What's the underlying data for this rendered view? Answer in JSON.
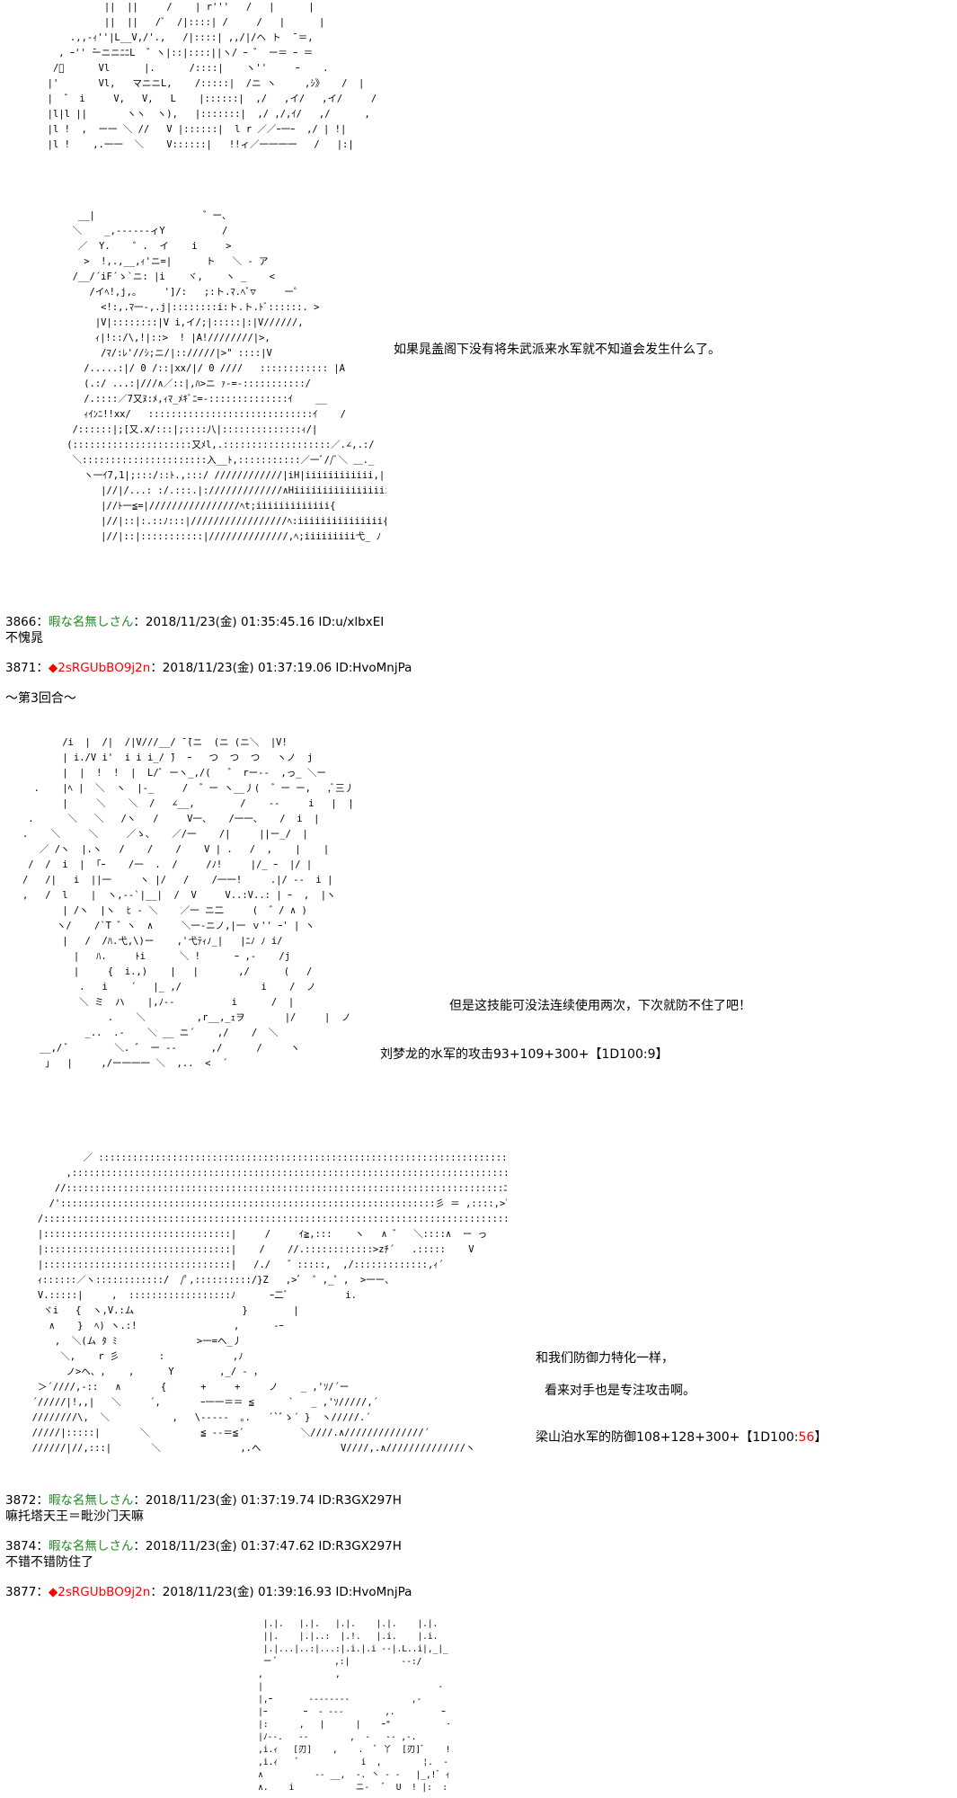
{
  "aa_block_1": "            ||  ||     /    | r'''   /   |      |\n            ||  ||   /ﾞ  /|::::| /     /   |      |\n      .,,-ｨ''|L__V,/'.,   /|::::| ,,/|/ヘ ト  ̄ ＝,\n    , ｰ'' ̄ーニニﾆﾆL  ゛ヽ|::|::::||ヽ/ ｰ ゛ ー＝ ｰ ＝\n   /ﾞ      Vl      |.      /::::|    ヽ''     ｰ    .\n  |'       Vl,   マニニL,    /:::::|  /ニ ヽ     ,ｼ》   /  |\n  |  ゛ i     V,   V,   L    |::::::|  ,/   ,イ/   ,イ/     / /|\n  |l|l ||       ヽヽ  ヽ),   |:::::::|  ,/ ,/,ｲ/   ,/      ,  | !r|\n  |l !  ,  ー一 ＼ //   V |::::::|  l r ／／ｰ一ｰ  ,/ | !|\n  |l !    ,.一一  ＼    V::::::|   !!ィ／一一一一   /   |:|",
  "aa_block_2": "         __|                   ゛ー、\n        ＼    _,-‐‐‐‐‐ィY          /\n         ／  Y.    ゜.  イ    i     >\n          >  !,.,__,ｨ'ニ=|      ト   ＼ ‐ ア\n        /__/´iF´ゝ`ニ: |i    ヾ,    ヽ _    <\n           /イﾍ!,j,。    ']/:   ;:ト.ﾏ.ﾍﾞ▽     ー゜\n             <!:,.ﾏ一-,.j|::::::::i:ト.ト.ﾄﾞ::::::. >\n            |V|::::::::|V i,イ/;|:::::|:|V//////,\n            ｨ|!::/\\,!|::>  ! |A!////////|>,\n             /ﾏ/:ﾚ'//ｼ;ニ/|:://///|>\" ::::|V\n          /.....:|/ 0 /::|xx/|/ 0 ////   :::::::::::: |A\n          (.:/ ...:|///∧／::|,ﾊ>ニ ｧ‐=-:::::::::::/\n          /.::::／7又ﾇ:ﾒ,ｨﾏ_ﾒｷﾞﾆ=-::::::::::::::ｲ    __\n          ｨｲﾝﾆ!!xx/   :::::::::::::::::::::::::::::ｲ    / \n        /::::::|;[又.x/:::|;::::八|::::::::::::::ｨ/|\n       (:::::::::::::::::::::又ﾒl,.:::::::::::::::::::／.∠,.:/\n        ＼::::::::::::::::::::::入__ﾄ,:::::::::::／一ﾞ//ﾞ＼ ＿._\n          ヽ一ｲ7,1|;:::/::ﾄ.,:::/ ////////////|iH|iiiiiiiiiiii,|\n             |//|/...: :/.:::.|://///////////∧Hiiiiiiiiiiiiiiiiiiiiiiiiﾞ\n             |//ﾄ一≦=|////////////////ﾍt;iiiiiiiiiiiii{\n             |//|::|:.::ﾉ:::|/////////////////ﾍ:iiiiiiiiiiiiiii{  又\n             |//|::|:::::::::::|//////////////,ﾍ;iiiiiiiii弋_ ﾉ",
  "aa_block_3": "          /i  |  /|  /|V///__/ ̄ ̄(ニ  (ニ (ニ＼  |V!\n          | i./V i'  i i i_/ ̄)  ｰ   つ  つ  つ   ヽノ  j\n          |  |  !  !  |  L/ﾞ ーヽ_,/(   ゛ rー‐-  ,っ_ ＼ー\n     .    |ﾍ |  ＼  ヽ  |‐_     /  ゛ー ヽ__丿(  ゛ー ー,   ,ﾞ三丿\n          |     ＼    ＼  /   ∠__,        /    ‐‐     i   |  |\n    .      ＼   ＼   /ヽ   /     V一、   /一一、   /  i  |\n   .    ＼     ＼     ／ゝ、   ／/一    /|     ||ー_/  |\n      ／ /ヽ  |.ヽ   /    /    /    V | .   /  ,    |    |\n    /  /  i  |  ｢ｰ    /一  .  /     /ﾉ!     |/_ ｰ  |/ |\n   /   /|   i  ||一     ヽ |/   /    /一一!     .|/ ‐‐  i |\n   ,   /  l    |  ヽ,‐‐`|__|  /  V     V..:V..: | ｰ  ,  |ヽ\n          | /ヽ  |ヽ  ﾋ ‐ ＼    ／一 ニ二     (  ゛/ ∧ )\n         ヽ/    /`T ゛ヽ  ∧     ＼一‐ニノ,|一 ｖ'' ｰ' | ヽ\n          |   /  /ﾊ.弋,\\)ー    ,'弋ﾃｨﾉ_|   |ﾆﾉ ﾉ i/\n            |   ﾊ.     ﾄi      ＼ !      ｰ ,-    /j\n            |     {  i.,)    |   |       ,/      (   /\n             .   i    ´   |_ ,/              i    /  ノ\n             ＼ ミ  ハ    |,ﾉ‐‐          i      /  |\n                  .    ＼         ,r__,_ｪヲ       |/     |  ノ\n              _..  .-    ＼ __ ニ´    ,/    /  ＼\n      __,/ ﾞ        ＼. ゛ ー ‐‐      ,/      /     ヽ\n       ｣   |     ,/ー一一一 ＼  ,..  <  ´",
  "aa_block_4": "              ／ :::::::::::::::::::::::::::::::::::::::::::::::::::::::::::::::::::::::::ｰ ｰ ｰ 、\n           ,::::::::::::::::::::::::::::::::::::::::::::::::::::::::::::::::::::::::::::::::::::::::::::: ノ\n         //:::::::::::::::::::::::::::::::::::::::::::::::::::::::::::::::::::::::::::::ﾆﾆ二ｰ ｨ\n        /'::::::::::::::::::::::::::::::::::::::::::::::::::::::::::::::::::彡 ＝ ,::::,>ﾞ   ,ｒ ‐ﾐ '\n      /::::::::::::::::::::::::::::::::::::::::::::::::::::::::::::::::::::::::::::::::::::::>'   ∧ｒ,:::,,\n      |:::::::::::::::::::::::::::::::::|     /     ｲ≧,:::    ヽ   ∧ ゛  ＼::::∧  ー っ\n      |:::::::::::::::::::::::::::::::::|    /    //.::::::::::::>zﾁ´   .:::::    V\n      |:::::::::::::::::::::::::::::::::|   /./   ゛:::::,  ,/:::::::::::::,ｨ´\n      ｨ::::::／ヽ::::::::::::/  /ﾟ,::::::::::/}Z   ,>ﾞ  ゜,_゜,  >一ー、\n      V.:::::|     ,  ::::::::::::::::::ﾉ      ｰ二ﾞ          i.\n       ヾi   {  ヽ,V.:ム                   }        |\n        ∧    }  ﾍ) ヽ.:!                 ,      ‐ｰ\n         ,  ＼(ム ﾀ ﾐ              >一=へ_丿\n          ＼,    r 彡       :            ,ﾉ\n           ノ>へ、,    ,      Y        ,_/ ‐ ，\n      ＞´////,‐::   ∧       {      +     +     ノ    _ ,'ｿ/´ー\n     ´/////|!,,|   ＼     ´,       ｰ一一＝＝ ≦      `   _ ,'ｿ/////,´\n     ////////\\,  ＼           ,   \\‐‐‐‐‐  ｡.   ´`ﾞゝ´ }  ヽ/////.´\n     /////|:::::|       ＼         ≦ ‐‐＝≦´          ＼////.∧//////////////´\n     //////|//,:::|       ＼              ,.へ              V////,.∧//////////////ヽ",
  "aa_block_5": "    |.|.   |.|.   |.|.    |.|.    |.|.        .|.|\n    ||.    |.|..:  |.!.   |.i.    |.i.        ,|.i\n    |.|...|..:|...:|.i.|.i ‐‐|.L..i|,_|_.        |.,i\n    ー ﾞ           ,:|          ‐‐:/        `'‐ 丁!\n   ,              ,                          ,   ]\n   |                                  ‐    ,]\n   |,ｰ       ‐‐‐‐‐‐‐‐            ,‐        , ﾞ''ﾞ;\n   |ｰ       ｰ  ‐ ‐‐‐        ,.         ｰ 炙:::ﾞｰ'|\n   |:      ,   |      |    ｰ\"           ｰ_ ¦::::ﾞ'|\n   |ﾉ‐‐.   ‐‐        ,  ‐   ‐‐ ,‐.      . ,.: ﾞ'|\n   ,i.ｨ   [刃]    ,    .  ﾞ 丫  [刃]ﾞ    ! r ﾊ\n   ,i.ｨ    ﾞ            i  ,        ¦.  ‐ ‐   |i  ∧\n   ∧          ‐‐ __,  ‐. 丶 ‐ ‐   |_,!ﾞ ｨ\n   ∧.    i            ニ-   ﾞ  U  ! |:  :::i",
  "dialog": {
    "line1": "如果晁盖阁下没有将朱武派来水军就不知道会发生什么了。",
    "line2": "但是这技能可没法连续使用两次，下次就防不住了吧！",
    "line3": "刘梦龙的水军的攻击93+109+300+【1D100:9】",
    "line4": "和我们防御力特化一样，",
    "line5": "看来对手也是专注攻击啊。",
    "line6_prefix": "梁山泊水军的防御108+128+300+【1D100:",
    "line6_roll": "56",
    "line6_suffix": "】"
  },
  "posts": [
    {
      "num": "3866",
      "sep": "：",
      "name": "暇な名無しさん",
      "date": "：2018/11/23(金) 01:35:45.16 ID:u/xlbxEI",
      "body": "不愧晁"
    },
    {
      "num": "3871",
      "sep": "：",
      "trip_mark": "◆",
      "trip": "2sRGUbBO9j2n",
      "date": "：2018/11/23(金) 01:37:19.06 ID:HvoMnjPa",
      "body": "～第3回合～"
    },
    {
      "num": "3872",
      "sep": "：",
      "name": "暇な名無しさん",
      "date": "：2018/11/23(金) 01:37:19.74 ID:R3GX297H",
      "body": "嘛托塔天王＝毗沙门天嘛"
    },
    {
      "num": "3874",
      "sep": "：",
      "name": "暇な名無しさん",
      "date": "：2018/11/23(金) 01:37:47.62 ID:R3GX297H",
      "body": "不错不错防住了"
    },
    {
      "num": "3877",
      "sep": "：",
      "trip_mark": "◆",
      "trip": "2sRGUbBO9j2n",
      "date": "：2018/11/23(金) 01:39:16.93 ID:HvoMnjPa"
    }
  ]
}
